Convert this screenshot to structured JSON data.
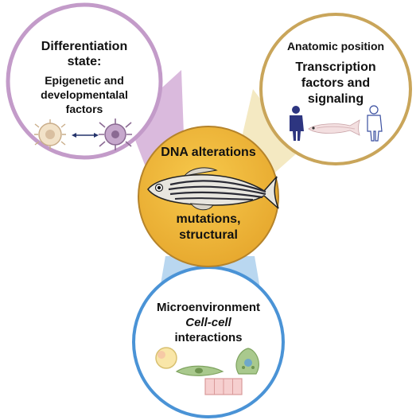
{
  "center": {
    "title": "DNA alterations",
    "subtitle_line1": "mutations,",
    "subtitle_line2": "structural"
  },
  "top_left": {
    "line1": "Differentiation",
    "line2": "state:",
    "line3": "Epigenetic and",
    "line4": "developmentalal",
    "line5": "factors"
  },
  "top_right": {
    "line1": "Anatomic position",
    "line2": "Transcription",
    "line3": "factors and",
    "line4": "signaling"
  },
  "bottom": {
    "line1": "Microenvironment",
    "line2": "Cell-cell",
    "line3": "interactions"
  },
  "colors": {
    "center_fill": "#f0b93a",
    "center_border": "#b5832a",
    "top_left_ring": "#c39bc9",
    "top_left_wedge": "#d6b3d9",
    "top_right_ring": "#c9a55a",
    "top_right_wedge": "#f4e9c2",
    "bottom_ring": "#4a93d6",
    "bottom_wedge": "#b9d7f0"
  },
  "icons": {
    "center": "zebrafish-icon",
    "top_left": [
      "undifferentiated-cell-icon",
      "double-arrow-icon",
      "differentiated-cell-icon"
    ],
    "top_right": [
      "human-silhouette-icon",
      "zebrafish-icon",
      "human-outline-icon"
    ],
    "bottom": [
      "round-cell-icon",
      "spindle-cell-icon",
      "secretory-cell-icon",
      "epithelium-icon"
    ]
  }
}
